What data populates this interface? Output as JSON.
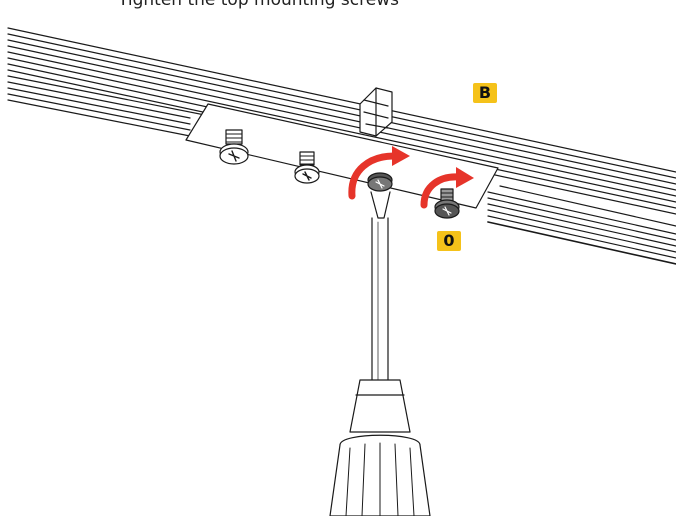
{
  "caption": {
    "text": "Tighten the top mounting screws"
  },
  "labels": {
    "rail_section": "B",
    "screw_callout": "0"
  },
  "colors": {
    "callout_bg": "#f5c21a",
    "arrow": "#e6342a",
    "line": "#1a1a1a"
  },
  "icons": [
    "screw-icon",
    "screwdriver-icon",
    "rotation-arrow-icon",
    "connector-clip-icon"
  ]
}
